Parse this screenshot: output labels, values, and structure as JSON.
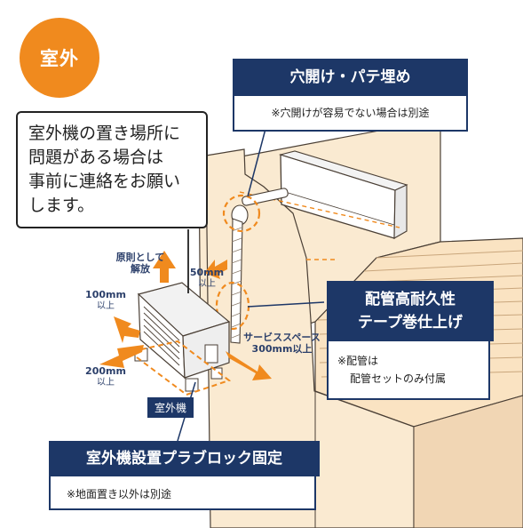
{
  "badge": {
    "label": "室外"
  },
  "speech": {
    "lines": [
      "室外機の置き場所に",
      "問題がある場合は",
      "事前に連絡をお願い",
      "します。"
    ]
  },
  "callout_hole": {
    "title": "穴開け・パテ埋め",
    "note": "※穴開けが容易でない場合は別途"
  },
  "callout_tape": {
    "title_line1": "配管高耐久性",
    "title_line2": "テープ巻仕上げ",
    "note_line1": "※配管は",
    "note_line2": "配管セットのみ付属"
  },
  "callout_block": {
    "title": "室外機設置プラブロック固定",
    "note": "※地面置き以外は別途"
  },
  "clearance": {
    "top": {
      "line1": "原則として",
      "line2": "解放"
    },
    "right_top": {
      "value": "50mm",
      "suffix": "以上"
    },
    "left": {
      "value": "100mm",
      "suffix": "以上"
    },
    "front": {
      "value": "200mm",
      "suffix": "以上"
    },
    "service": {
      "line1": "サービススペース",
      "line2": "300mm以上"
    }
  },
  "unit_label": "室外機",
  "colors": {
    "navy": "#1d3767",
    "orange": "#f08a1e",
    "wall": "#faead1",
    "deck": "#fae3c2",
    "line": "#4a3f35"
  }
}
